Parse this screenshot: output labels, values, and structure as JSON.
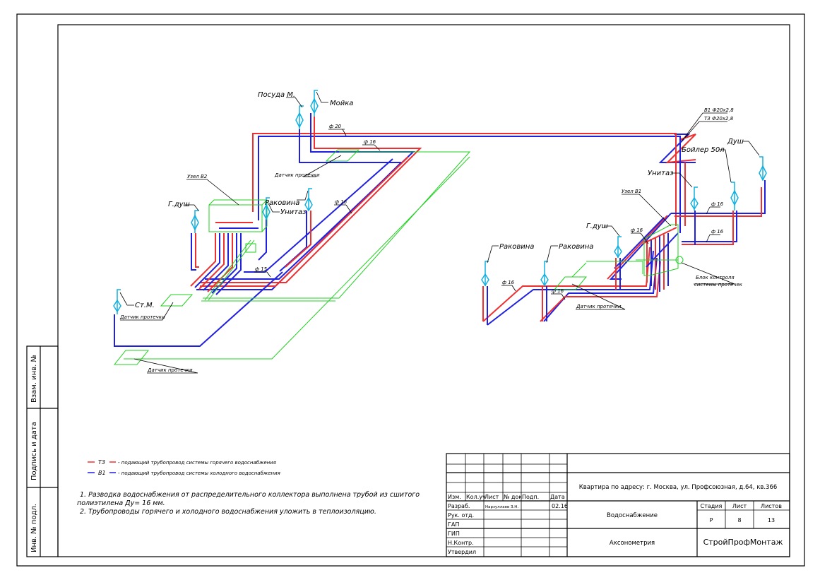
{
  "labels": {
    "posuda": "Посуда М.",
    "moika": "Мойка",
    "phi20": "ф 20",
    "phi16": "ф 16",
    "phi15": "ф 15",
    "datchik": "Датчик протечки",
    "uzel_v2": "Узел В2",
    "g_dush": "Г.душ",
    "rakovina": "Раковина",
    "unitaz": "Унитаз",
    "st_m": "Ст.М.",
    "v1_pipe": "В1 Ф20х2,8",
    "t3_pipe": "Т3 Ф20х2,8",
    "boiler": "Бойлер 50л",
    "dush": "Душ",
    "uzel_v1": "Узел В1",
    "blok_1": "Блок контроля",
    "blok_2": "системы протечек"
  },
  "legend": [
    {
      "code": "Т3",
      "text": "- подающий трубопровод системы горячего водоснабжения",
      "color": "#f03030"
    },
    {
      "code": "В1",
      "text": "- подающий трубопровод системы холодного водоснабжения",
      "color": "#2020e0"
    }
  ],
  "notes": [
    "1. Разводка водоснабжения от распределительного коллектора выполнена  трубой из сшитого",
    "полиэтилена Ду= 16 мм.",
    "2. Трубопроводы горячего и холодного водоснабжения уложить в теплоизоляцию."
  ],
  "side_stamp": [
    "Взам. инв. №",
    "Подпись и дата",
    "Инв. № подл."
  ],
  "title_block": {
    "headers": [
      "Изм.",
      "Кол.уч",
      "Лист",
      "№ док",
      "Подп.",
      "Дата"
    ],
    "roles": [
      "Разраб.",
      "Рук. отд.",
      "ГАП",
      "ГИП",
      "Н.Контр.",
      "Утвердил"
    ],
    "developer": "Нарзуллаев З.Н.",
    "date": "02.16",
    "address": "Квартира по адресу: г. Москва, ул. Профсоюзная, д.64, кв.366",
    "section": "Водоснабжение",
    "sheet_title": "Аксонометрия",
    "stage_label": "Стадия",
    "sheet_label": "Лист",
    "sheets_label": "Листов",
    "stage": "Р",
    "sheet": "8",
    "sheets": "13",
    "company": "СтройПрофМонтаж"
  }
}
